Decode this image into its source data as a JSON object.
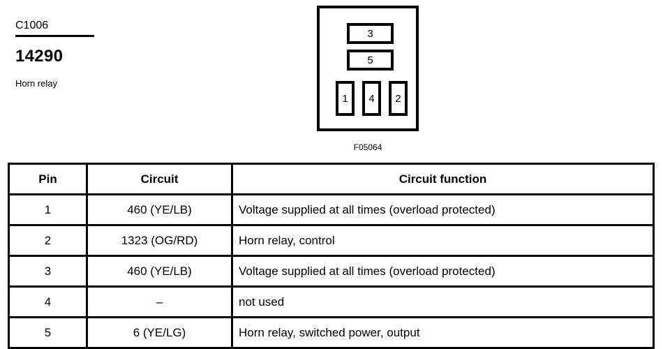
{
  "header": {
    "connector_id": "C1006",
    "part_number": "14290",
    "component_name": "Horn relay"
  },
  "diagram": {
    "caption": "F05064",
    "cavities": [
      {
        "label": "3",
        "shape": "wide"
      },
      {
        "label": "5",
        "shape": "wide"
      },
      {
        "label": "1",
        "shape": "tall"
      },
      {
        "label": "4",
        "shape": "tall"
      },
      {
        "label": "2",
        "shape": "tall"
      }
    ]
  },
  "table": {
    "columns": [
      "Pin",
      "Circuit",
      "Circuit function"
    ],
    "rows": [
      {
        "pin": "1",
        "circuit": "460 (YE/LB)",
        "function": "Voltage supplied at all times (overload protected)"
      },
      {
        "pin": "2",
        "circuit": "1323 (OG/RD)",
        "function": "Horn relay, control"
      },
      {
        "pin": "3",
        "circuit": "460 (YE/LB)",
        "function": "Voltage supplied at all times (overload protected)"
      },
      {
        "pin": "4",
        "circuit": "–",
        "function": "not used"
      },
      {
        "pin": "5",
        "circuit": "6 (YE/LG)",
        "function": "Horn relay, switched power, output"
      }
    ]
  },
  "colors": {
    "ink": "#000000",
    "page": "#ffffff"
  }
}
